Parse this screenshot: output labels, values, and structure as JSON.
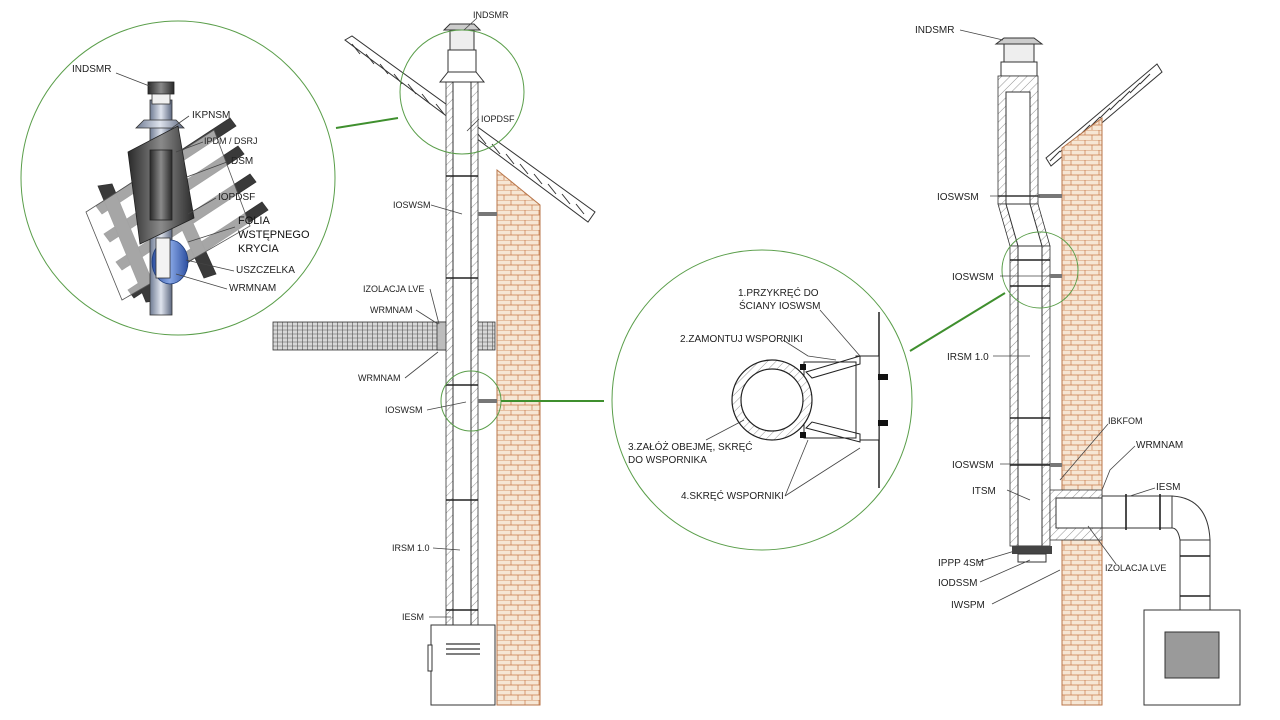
{
  "labels": {
    "indsmr": "INDSMR",
    "ikpnsm": "IKPNSM",
    "ipdm_dsrj": "IPDM / DSRJ",
    "dsm": "DSM",
    "iopdsf": "IOPDSF",
    "folia_1": "FOLIA",
    "folia_2": "WSTĘPNEGO",
    "folia_3": "KRYCIA",
    "uszczelka": "USZCZELKA",
    "wrmnam": "WRMNAM",
    "ioswsm": "IOSWSM",
    "izolacja_lve": "IZOLACJA LVE",
    "irsm_1": "IRSM 1.0",
    "iesm": "IESM",
    "step1_line1": "1.PRZYKRĘĆ DO",
    "step1_line2": "ŚCIANY IOSWSM",
    "step2": "2.ZAMONTUJ WSPORNIKI",
    "step3_line1": "3.ZAŁÓŻ OBEJMĘ, SKRĘĆ",
    "step3_line2": "DO WSPORNIKA",
    "step4": "4.SKRĘĆ WSPORNIKI",
    "ibkfom": "IBKFOM",
    "itsm": "ITSM",
    "ippp4sm": "IPPP 4SM",
    "iodssm": "IODSSM",
    "iwspm": "IWSPM"
  }
}
